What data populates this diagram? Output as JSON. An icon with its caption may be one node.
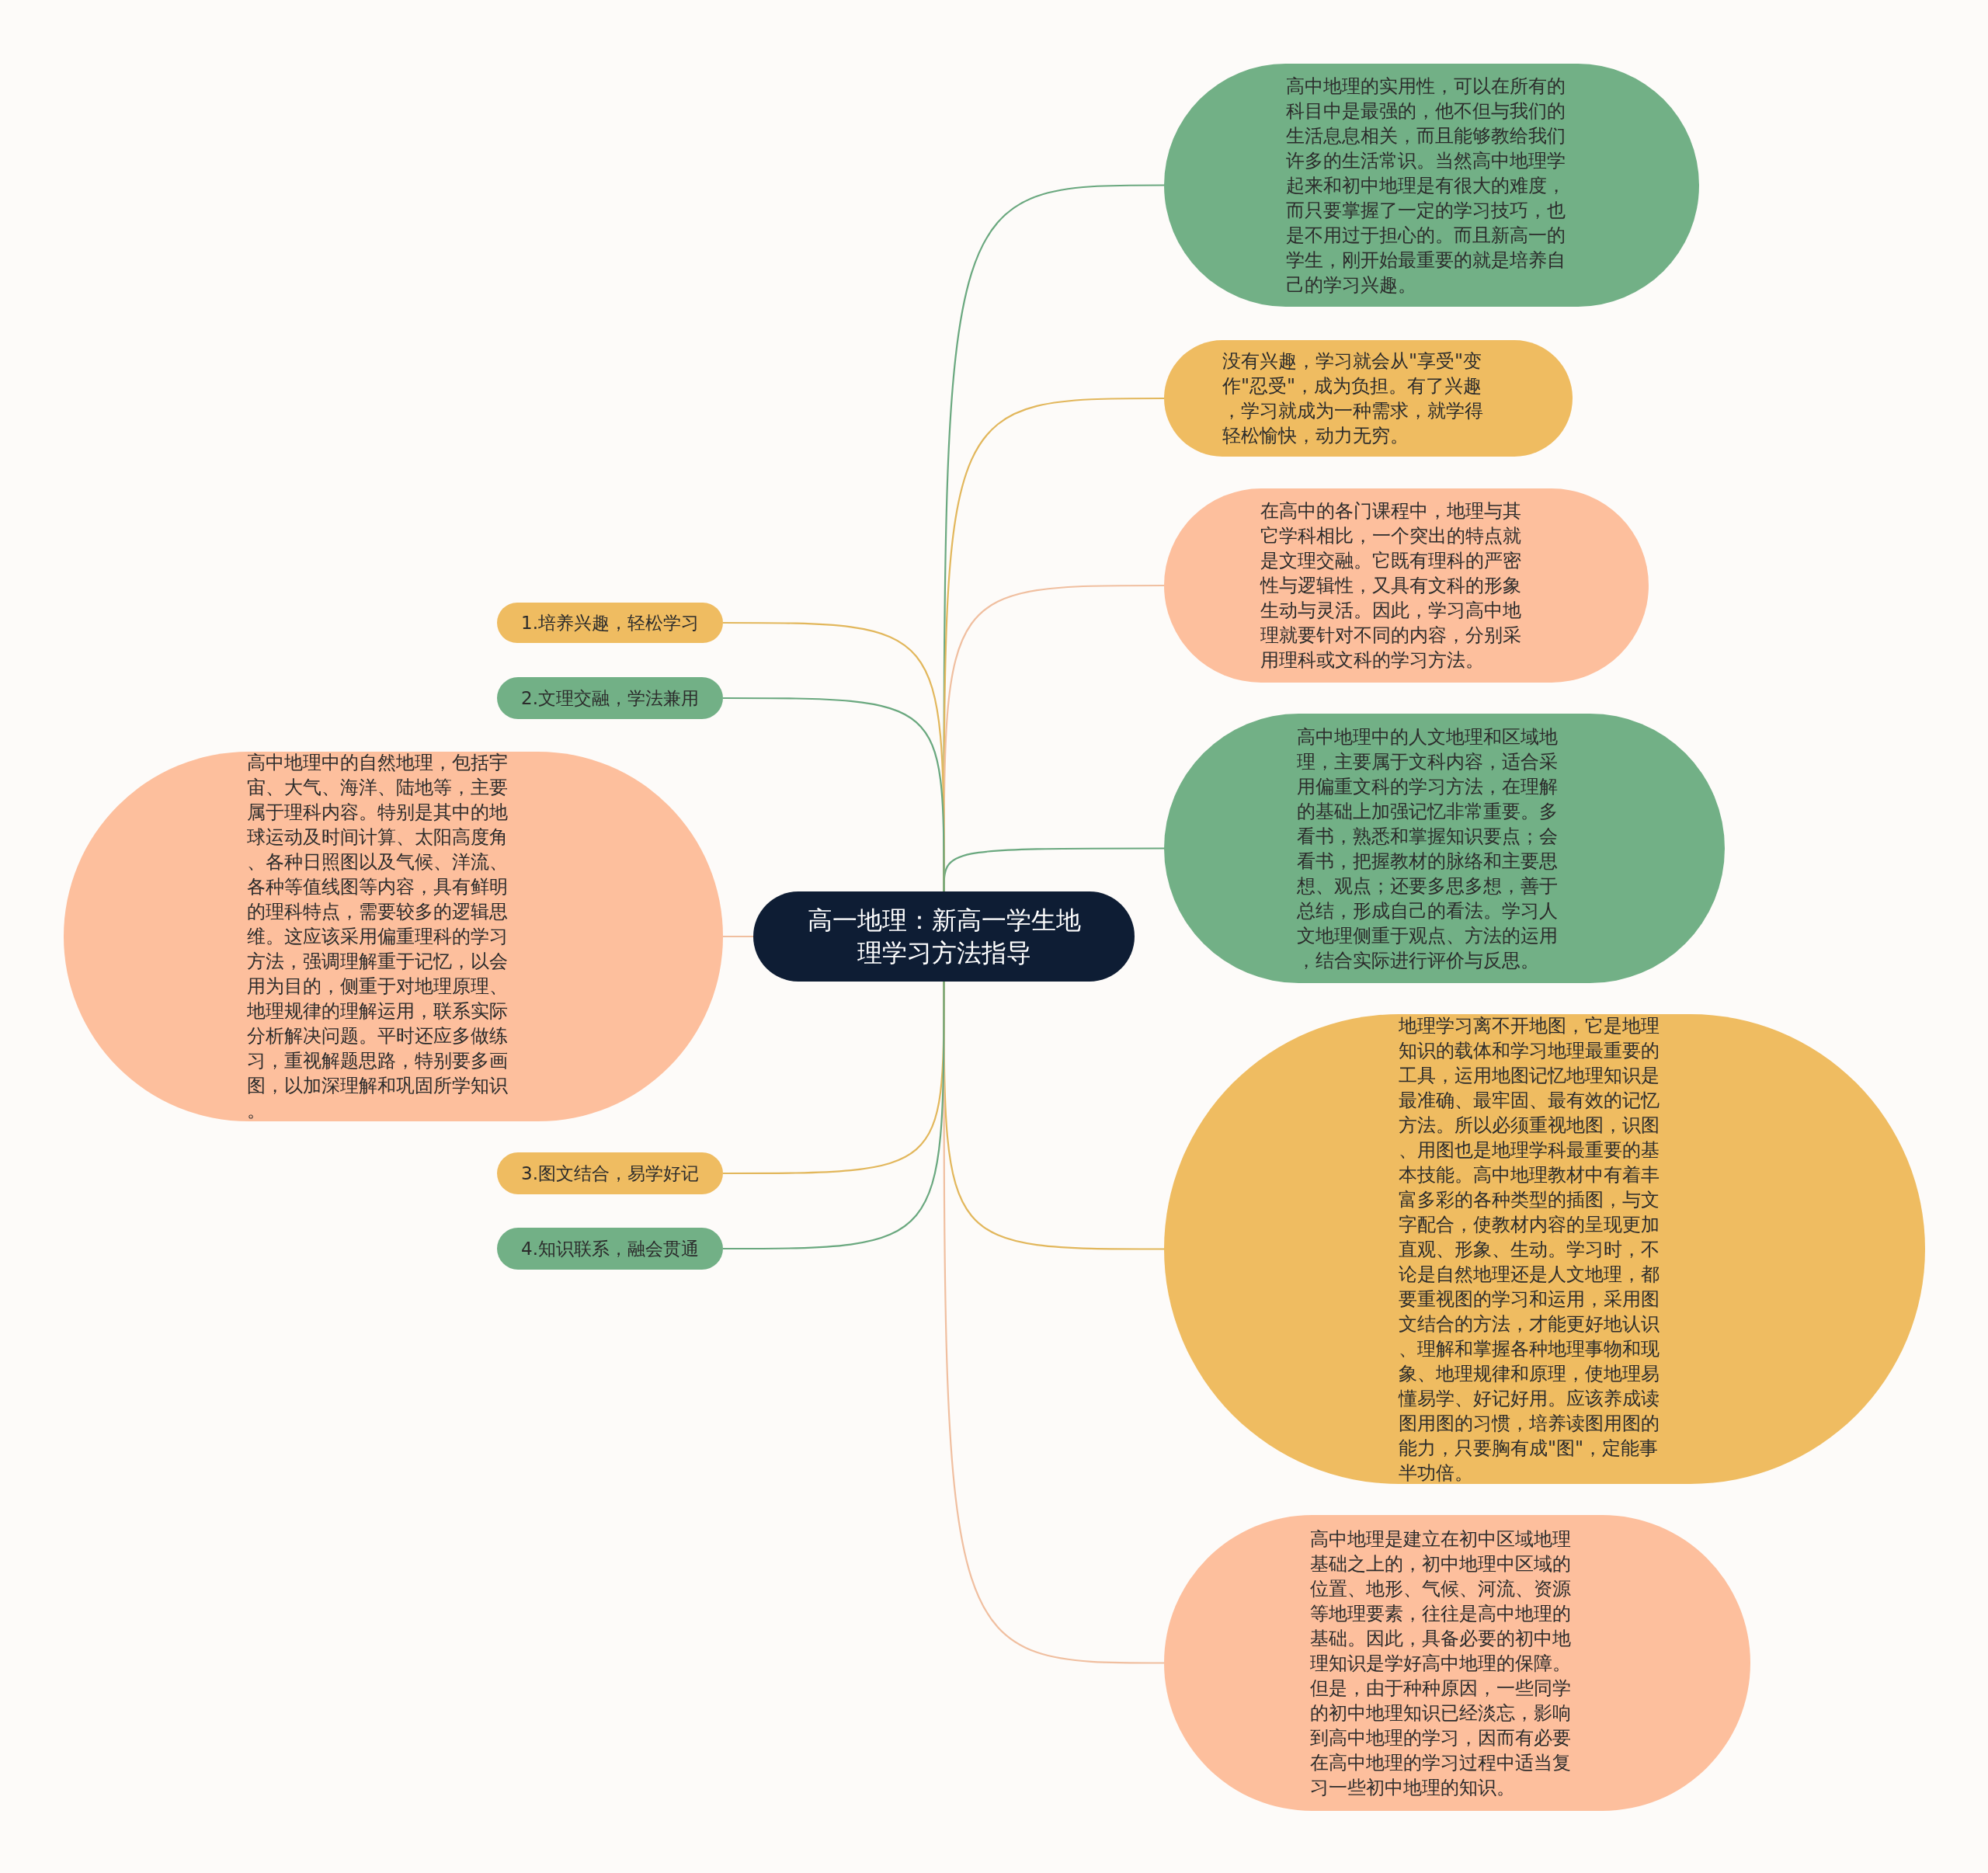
{
  "diagram": {
    "nodes": [
      {
        "text": [
          "高一地理：新高一学生地理学习方法指导"
        ]
      },
      {
        "text": [
          "高中地理的实用性，可以在所有的科目中是最强的，他不但与我们的生活息息相关，而且能够教给我们许多的生活常识。当然高中地理学起来和初中地理是有很大的难度，而只要掌握了一定的学习技巧，也是不用过于担心的。而且新高一的学生，刚开始最重要的就是培养自己的学习兴趣。"
        ]
      },
      {
        "text": [
          "没有兴趣，学习就会从\"享受\"变作\"忍受\"，成为负担。有了兴趣，学习就成为一种需求，就学得轻松愉快，动力无穷。"
        ]
      },
      {
        "text": [
          "在高中的各门课程中，地理与其它学科相比，一个突出的特点就是文理交融。它既有理科的严密性与逻辑性，又具有文科的形象生动与灵活。因此，学习高中地理就要针对不同的内容，分别采用理科或文科的学习方法。"
        ]
      },
      {
        "text": [
          "高中地理中的人文地理和区域地理，主要属于文科内容，适合采用偏重文科的学习方法，在理解的基础上加强记忆非常重要。多看书，熟悉和掌握知识要点；会看书，把握教材的脉络和主要思想、观点；还要多思多想，善于总结，形成自己的看法。学习人文地理侧重于观点、方法的运用，结合实际进行评价与反思。"
        ]
      },
      {
        "text": [
          "地理学习离不开地图，它是地理知识的载体和学习地理最重要的工具，运用地图记忆地理知识是最准确、最牢固、最有效的记忆方法。所以必须重视地图，识图、用图也是地理学科最重要的基本技能。高中地理教材中有着丰富多彩的各种类型的插图，与文字配合，使教材内容的呈现更加直观、形象、生动。学习时，不论是自然地理还是人文地理，都要重视图的学习和运用，采用图文结合的方法，才能更好地认识、理解和掌握各种地理事物和现象、地理规律和原理，使地理易懂易学、好记好用。应该养成读图用图的习惯，培养读图用图的能力，只要胸有成\"图\"，定能事半功倍。"
        ]
      },
      {
        "text": [
          "高中地理是建立在初中区域地理基础之上的，初中地理中区域的位置、地形、气候、河流、资源等地理要素，往往是高中地理的基础。因此，具备必要的初中地理知识是学好高中地理的保障。但是，由于种种原因，一些同学的初中地理知识已经淡忘，影响到高中地理的学习，因而有必要在高中地理的学习过程中适当复习一些初中地理的知识。"
        ]
      },
      {
        "text": [
          "1.培养兴趣，轻松学习"
        ]
      },
      {
        "text": [
          "2.文理交融，学法兼用"
        ]
      },
      {
        "text": [
          "高中地理中的自然地理，包括宇宙、大气、海洋、陆地等，主要属于理科内容。特别是其中的地球运动及时间计算、太阳高度角、各种日照图以及气候、洋流、各种等值线图等内容，具有鲜明的理科特点，需要较多的逻辑思维。这应该采用偏重理科的学习方法，强调理解重于记忆，以会用为目的，侧重于对地理原理、地理规律的理解运用，联系实际分析解决问题。平时还应多做练习，重视解题思路，特别要多画图，以加深理解和巩固所学知识。"
        ]
      },
      {
        "text": [
          "3.图文结合，易学好记"
        ]
      },
      {
        "text": [
          "4.知识联系，融会贯通"
        ]
      }
    ],
    "edges": [
      {
        "from": 0,
        "to": 1,
        "arrow": "none",
        "color": "#6aa87f"
      },
      {
        "from": 0,
        "to": 2,
        "arrow": "none",
        "color": "#e2b75c"
      },
      {
        "from": 0,
        "to": 3,
        "arrow": "none",
        "color": "#f0bfa0"
      },
      {
        "from": 0,
        "to": 4,
        "arrow": "none",
        "color": "#6aa87f"
      },
      {
        "from": 0,
        "to": 5,
        "arrow": "none",
        "color": "#e2b75c"
      },
      {
        "from": 0,
        "to": 6,
        "arrow": "none",
        "color": "#f0bfa0"
      },
      {
        "from": 0,
        "to": 7,
        "arrow": "none",
        "color": "#e2b75c"
      },
      {
        "from": 0,
        "to": 8,
        "arrow": "none",
        "color": "#6aa87f"
      },
      {
        "from": 0,
        "to": 9,
        "arrow": "none",
        "color": "#f0bfa0"
      },
      {
        "from": 0,
        "to": 10,
        "arrow": "none",
        "color": "#e2b75c"
      },
      {
        "from": 0,
        "to": 11,
        "arrow": "none",
        "color": "#6aa87f"
      }
    ]
  }
}
